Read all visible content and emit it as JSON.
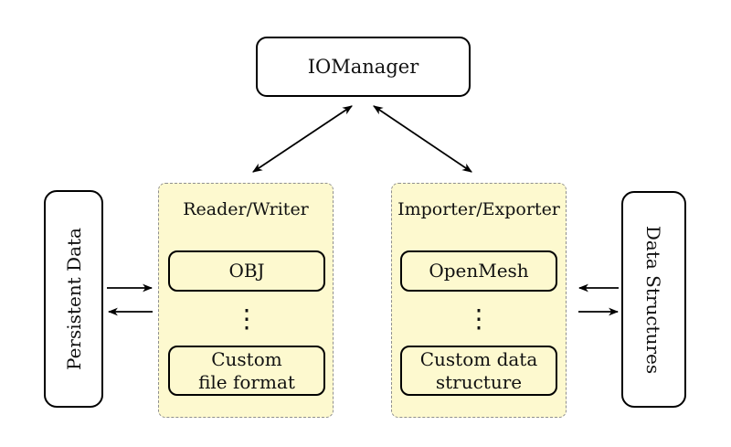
{
  "colors": {
    "container_fill": "#FDF9CF",
    "container_border": "#8F8F8F",
    "box_border": "#000000",
    "box_fill": "#FFFFFF",
    "arrow": "#000000"
  },
  "nodes": {
    "io_manager": {
      "label": "IOManager"
    },
    "persistent_data": {
      "label": "Persistent Data"
    },
    "data_structures": {
      "label": "Data Structures"
    },
    "reader_writer": {
      "title": "Reader/Writer",
      "items": [
        "OBJ",
        "Custom\nfile format"
      ],
      "ellipsis": "⋮"
    },
    "importer_exporter": {
      "title": "Importer/Exporter",
      "items": [
        "OpenMesh",
        "Custom data\nstructure"
      ],
      "ellipsis": "⋮"
    }
  }
}
